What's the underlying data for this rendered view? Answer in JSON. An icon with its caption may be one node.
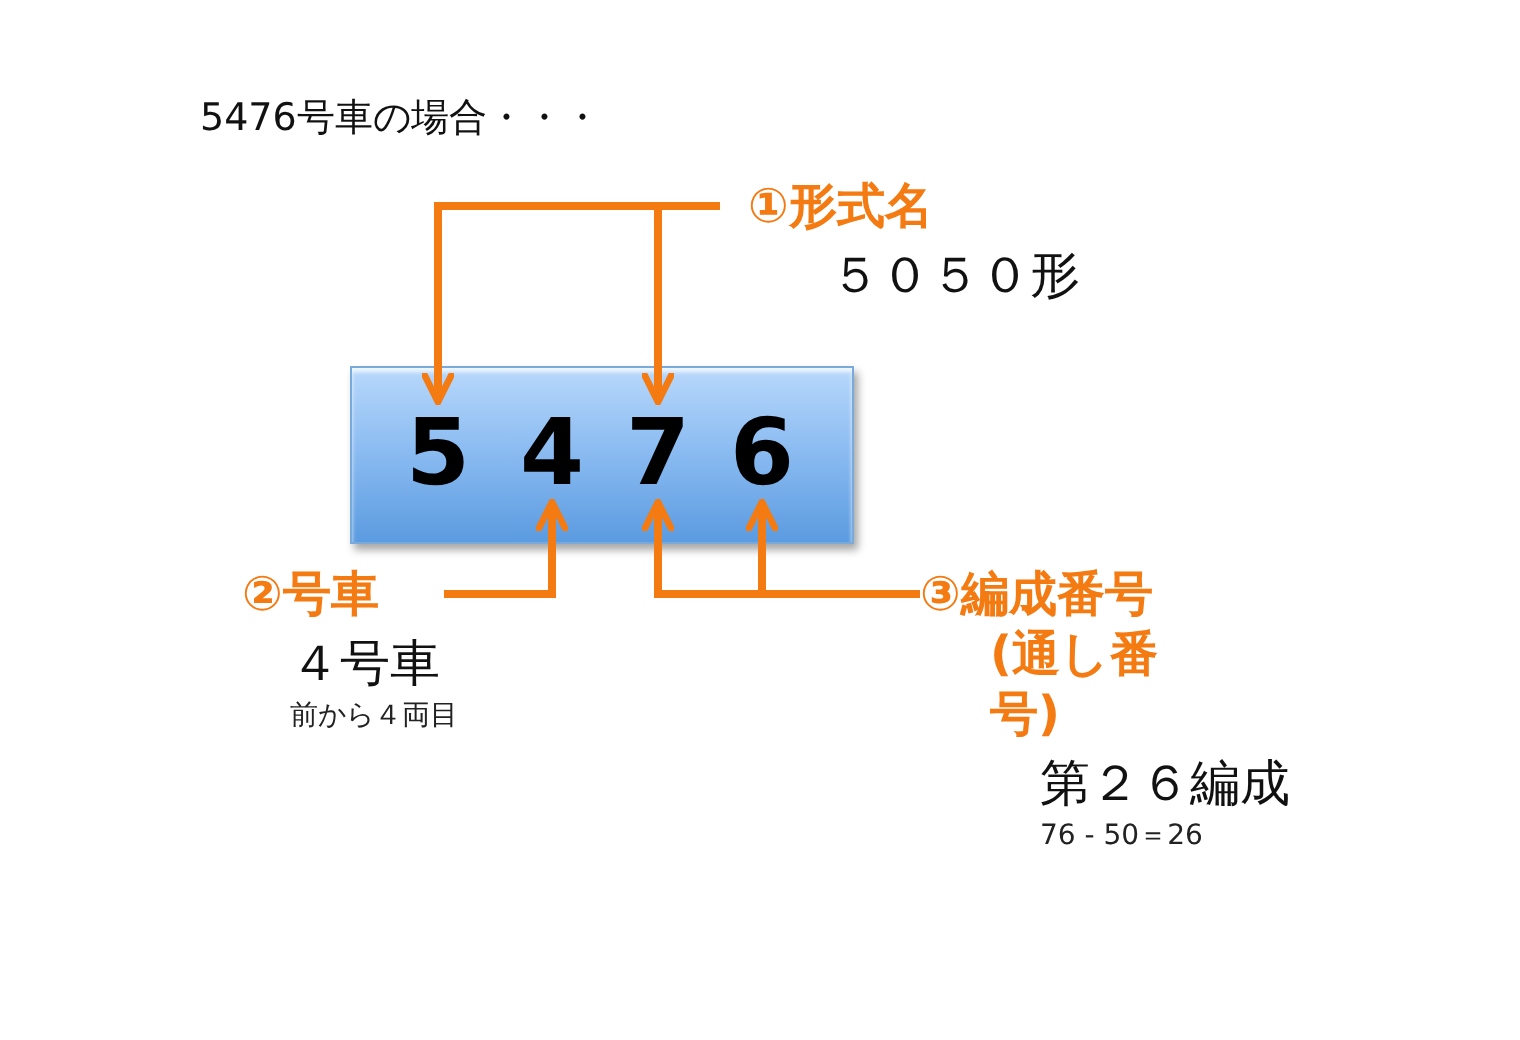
{
  "diagram": {
    "title": "5476号車の場合・・・",
    "nodes": [
      {
        "text": [],
        "shape": "box"
      },
      {
        "text": [
          "5"
        ],
        "in": 0
      },
      {
        "text": [
          "4"
        ],
        "in": 0
      },
      {
        "text": [
          "7"
        ],
        "in": 0
      },
      {
        "text": [
          "6"
        ],
        "in": 0
      },
      {
        "text": [
          "①形式名",
          "５０５０形"
        ]
      },
      {
        "text": [
          "②号車",
          "４号車",
          "前から４両目"
        ]
      },
      {
        "text": [
          "③編成番号 (通し番号)",
          "第２６編成",
          "76 - 50＝26"
        ]
      }
    ],
    "edges": [
      {
        "from": 5,
        "to": 1,
        "arrow": "to"
      },
      {
        "from": 5,
        "to": 3,
        "arrow": "to"
      },
      {
        "from": 6,
        "to": 2,
        "arrow": "to"
      },
      {
        "from": 7,
        "to": 3,
        "arrow": "to"
      },
      {
        "from": 7,
        "to": 4,
        "arrow": "to"
      }
    ]
  }
}
